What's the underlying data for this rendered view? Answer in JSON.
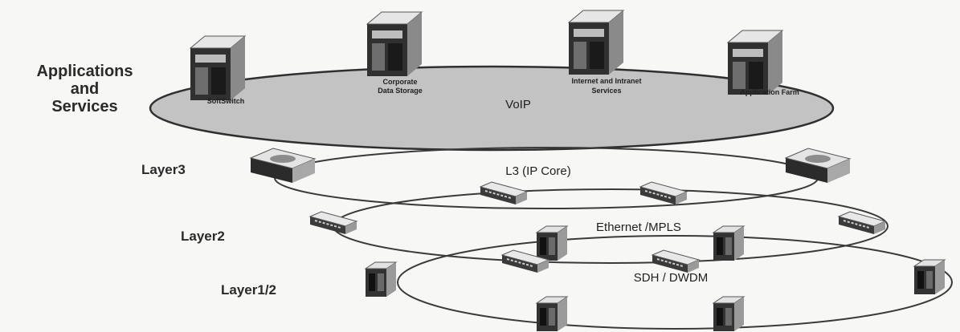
{
  "left_labels": {
    "applications_line1": "Applications",
    "applications_line2": "and",
    "applications_line3": "Services",
    "layer3": "Layer3",
    "layer2": "Layer2",
    "layer1_2": "Layer1/2"
  },
  "services_layer": {
    "name": "VoIP",
    "servers": [
      {
        "line1": "SoftSwitch",
        "line2": ""
      },
      {
        "line1": "Corporate",
        "line2": "Data Storage"
      },
      {
        "line1": "Internet and Intranet",
        "line2": "Services"
      },
      {
        "line1": "Application Farm",
        "line2": ""
      }
    ]
  },
  "rings": {
    "l3": "L3 (IP Core)",
    "l2": "Ethernet /MPLS",
    "l1": "SDH / DWDM"
  },
  "colors": {
    "services_fill": "#c3c3c3",
    "ring_stroke": "#3a3a3a",
    "device_dark": "#2c2c2c",
    "device_light": "#e2e2e2",
    "background": "#f7f7f5"
  }
}
